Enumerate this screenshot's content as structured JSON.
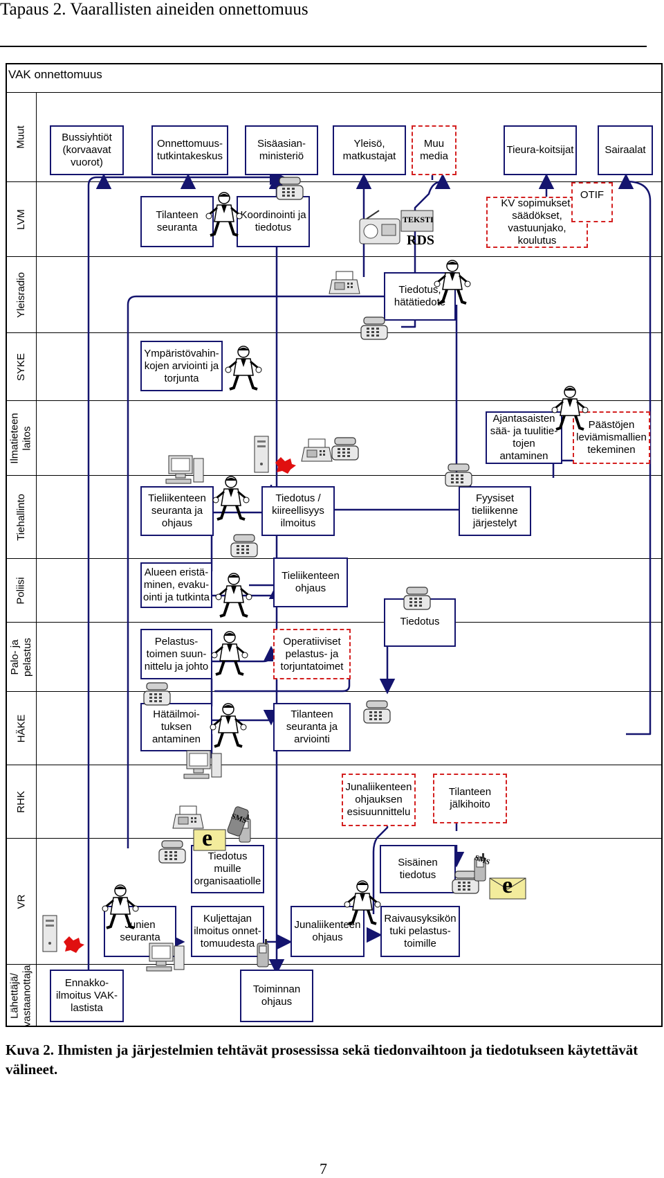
{
  "document": {
    "title": "Tapaus 2. Vaarallisten aineiden onnettomuus",
    "diagram_heading": "VAK onnettomuus",
    "caption": "Kuva 2. Ihmisten ja järjestelmien tehtävät prosessissa sekä tiedonvaihtoon ja tiedotukseen käytettävät välineet.",
    "page_number": "7"
  },
  "lanes": [
    "Muut",
    "LVM",
    "Yleisradio",
    "SYKE",
    "Ilmatieteen laitos",
    "Tiehallinto",
    "Poliisi",
    "Palo- ja pelastus",
    "HÄKE",
    "RHK",
    "VR",
    "Lähettäjä/ vastaanottaja"
  ],
  "boxes": {
    "bussiyhtiot": "Bussiyhtiöt (korvaavat vuorot)",
    "onnettomuustutkinta": "Onnettomuus-tutkintakeskus",
    "sisaasiain": "Sisäasian-ministeriö",
    "yleiso": "Yleisö, matkustajat",
    "muu_media": "Muu media",
    "tieurakoitsijat": "Tieura-koitsijat",
    "sairaalat": "Sairaalat",
    "tilanteen_seuranta_lvm": "Tilanteen seuranta",
    "koordinointi": "Koordinointi ja tiedotus",
    "kv_sopimukset": "KV sopimukset, säädökset, vastuunjako, koulutus",
    "otif": "OTIF",
    "tiedotus_hatatiedote": "Tiedotus, hätätiedote",
    "ymparistovahinkojen": "Ympäristövahin-kojen arviointi ja torjunta",
    "ajantasaisten": "Ajantasaisten sää- ja tuulitie-tojen antaminen",
    "paastojen": "Päästöjen leviämismallien tekeminen",
    "tieliikenteen_seuranta": "Tieliikenteen seuranta ja ohjaus",
    "tiedotus_kiireellisyys": "Tiedotus / kiireellisyys ilmoitus",
    "fyysiset": "Fyysiset tieliikenne järjestelyt",
    "alueen_eristaminen": "Alueen eristä-minen, evaku-ointi ja tutkinta",
    "tieliikenteen_ohjaus": "Tieliikenteen ohjaus",
    "tiedotus_poliisi": "Tiedotus",
    "pelastustoimen": "Pelastus-toimen suun-nittelu ja johto",
    "operatiiviset": "Operatiiviset pelastus- ja torjuntatoimet",
    "hatailmoituksen": "Hätäilmoi-tuksen antaminen",
    "tilanteen_seuranta_arviointi": "Tilanteen seuranta ja arviointi",
    "junaliikenteen_esisuunnittelu": "Junaliikenteen ohjauksen esisuunnittelu",
    "tilanteen_jalkihoito": "Tilanteen jälkihoito",
    "tiedotus_muille": "Tiedotus muille organisaatiolle",
    "sisainen_tiedotus": "Sisäinen tiedotus",
    "junien_seuranta": "Junien seuranta",
    "kuljettajan_ilmoitus": "Kuljettajan ilmoitus onnet-tomuudesta",
    "junaliikenteen_ohjaus": "Junaliikenteen ohjaus",
    "raivausyksikon": "Raivausyksikön tuki pelastus-toimille",
    "ennakkoilmoitus": "Ennakko-ilmoitus VAK-lastista",
    "toiminnan_ohjaus": "Toiminnan ohjaus"
  },
  "media_labels": {
    "teksti_tv": "TEKSTI",
    "rds": "RDS",
    "sms": "SMS",
    "email": "e"
  },
  "colors": {
    "box_border": "#14146e",
    "connector": "#14146e",
    "dashed_border": "#d42020"
  }
}
